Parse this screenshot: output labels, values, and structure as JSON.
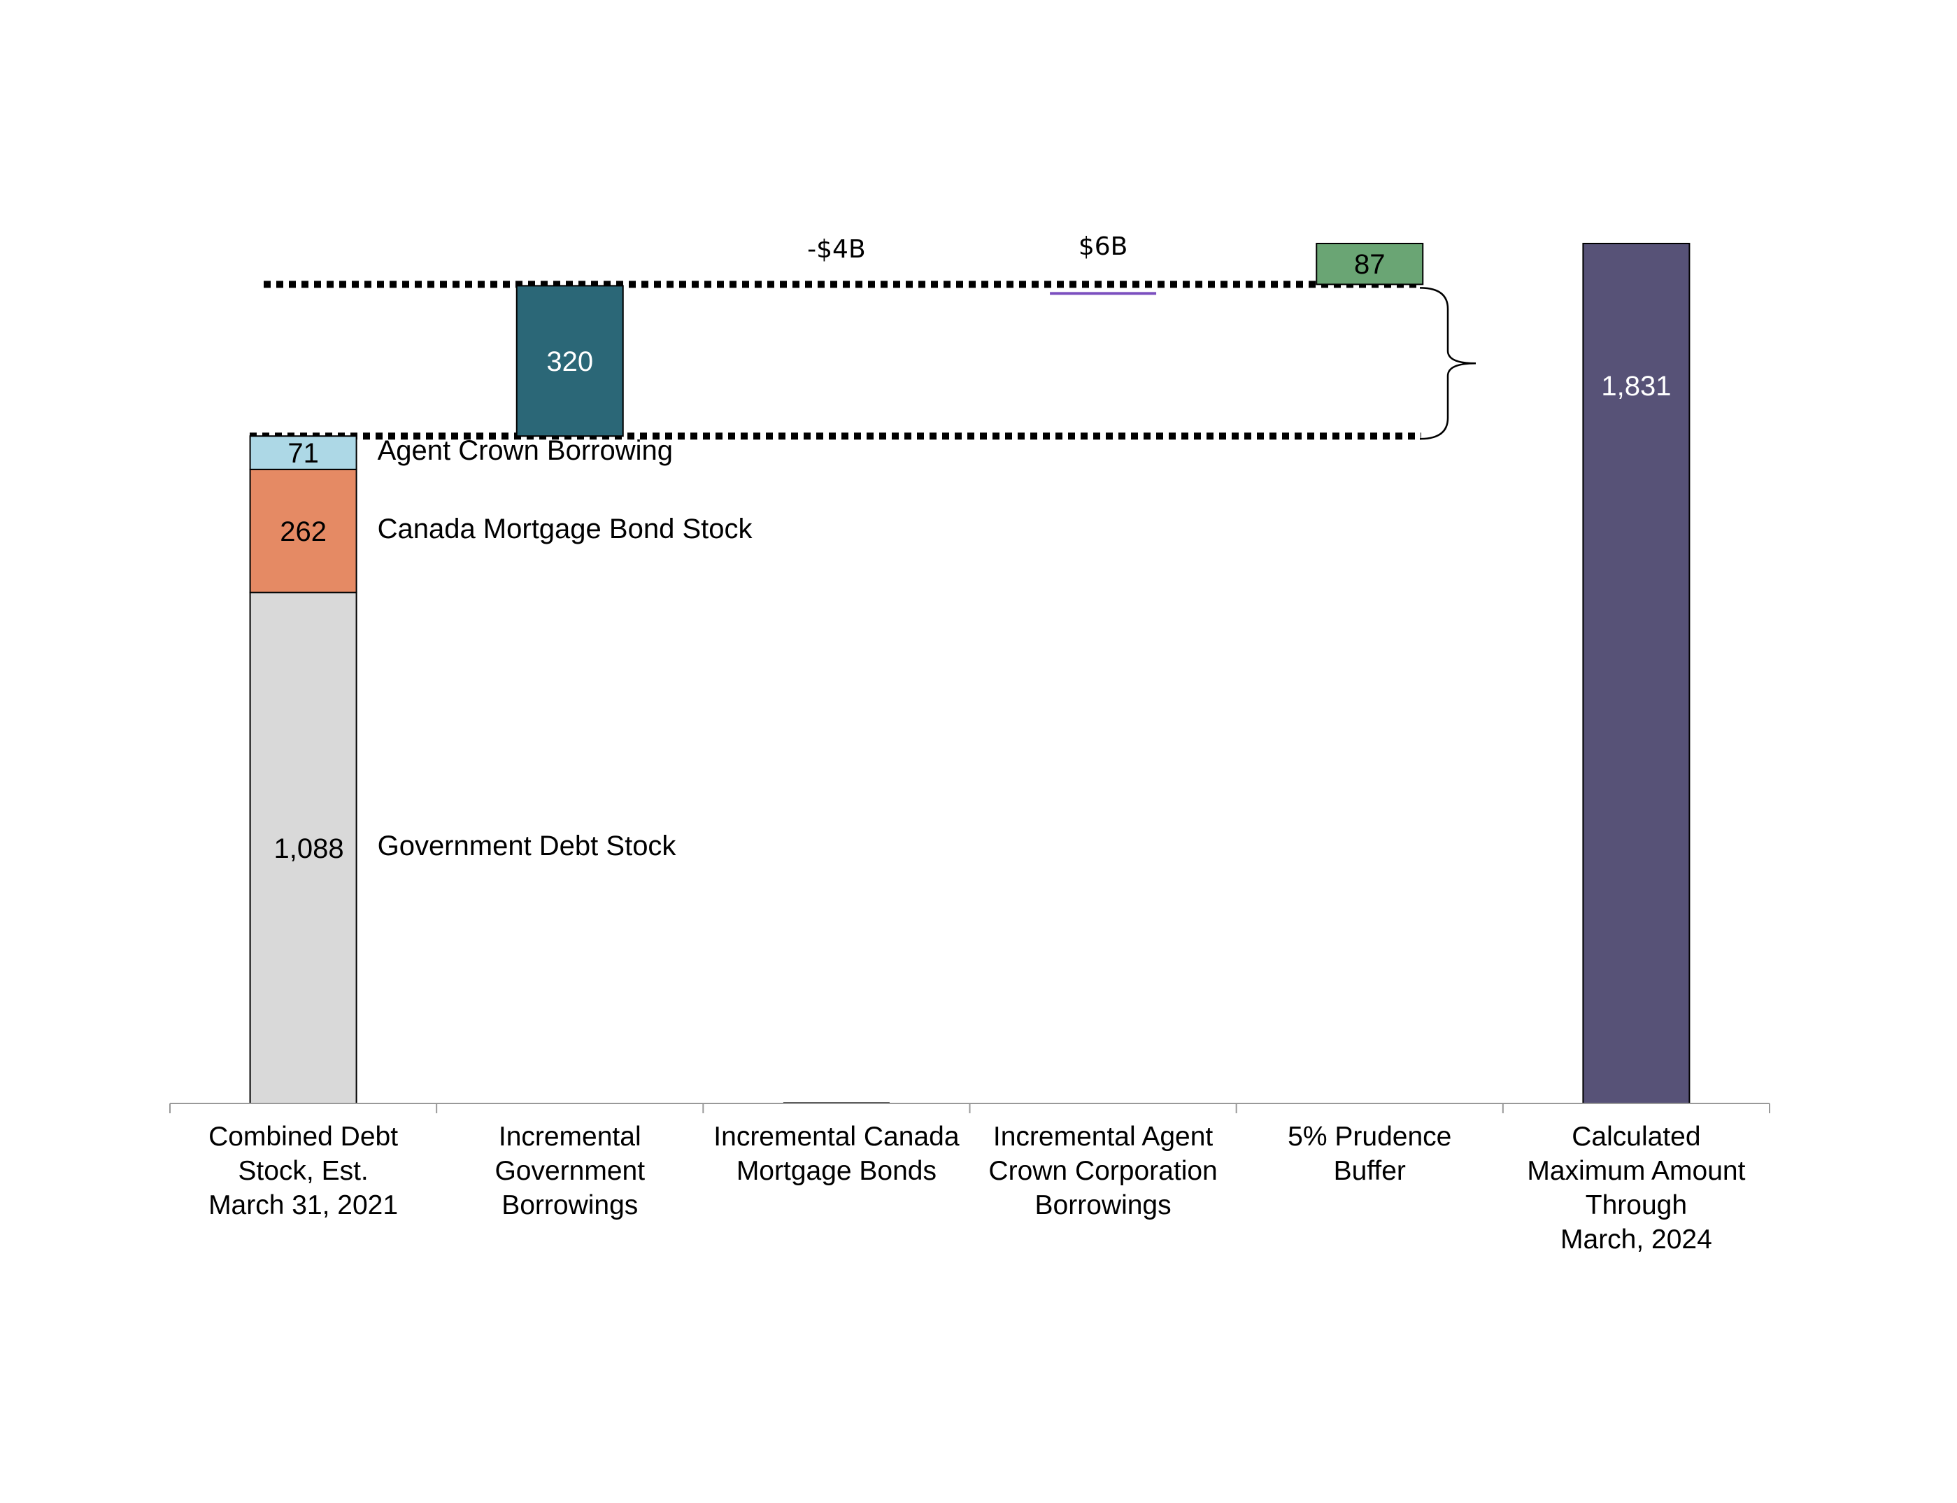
{
  "chart_data": {
    "type": "bar",
    "subtype": "waterfall",
    "title": "",
    "xlabel": "",
    "ylabel": "",
    "ylim": [
      0,
      1900
    ],
    "grid": false,
    "categories": [
      [
        "Combined Debt",
        "Stock, Est.",
        "March 31, 2021"
      ],
      [
        "Incremental",
        "Government",
        "Borrowings"
      ],
      [
        "Incremental Canada",
        "Mortgage Bonds"
      ],
      [
        "Incremental Agent",
        "Crown Corporation",
        "Borrowings"
      ],
      [
        "5% Prudence",
        "Buffer"
      ],
      [
        "Calculated",
        "Maximum Amount",
        "Through",
        "March, 2024"
      ]
    ],
    "stacked_start": {
      "series": [
        {
          "name": "Government Debt Stock",
          "value": 1088,
          "label": "1,088",
          "color": "#d9d9d9"
        },
        {
          "name": "Canada Mortgage Bond Stock",
          "value": 262,
          "label": "262",
          "color": "#e58a64"
        },
        {
          "name": "Agent Crown Borrowing",
          "value": 71,
          "label": "71",
          "color": "#add8e6"
        }
      ],
      "total": 1421
    },
    "steps": [
      {
        "category_index": 1,
        "start": 1421,
        "end": 1741,
        "value": 320,
        "label": "320",
        "color": "#2b6777"
      },
      {
        "category_index": 2,
        "start": 0,
        "end": -4,
        "value": -4,
        "label": "-$4B",
        "color": "#555555"
      },
      {
        "category_index": 3,
        "start": 1741,
        "end": 1747,
        "value": 6,
        "label": "$6B",
        "color": "#7b4fbf"
      },
      {
        "category_index": 4,
        "start": 1744,
        "end": 1831,
        "value": 87,
        "label": "87",
        "color": "#6aa574"
      }
    ],
    "total_bar": {
      "category_index": 5,
      "value": 1831,
      "label": "1,831",
      "color": "#575277"
    },
    "reference_lines": [
      1421,
      1744
    ],
    "brace_span": [
      1421,
      1744
    ]
  }
}
